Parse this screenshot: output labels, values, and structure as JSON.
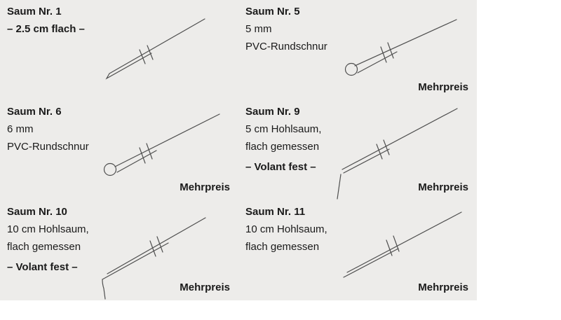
{
  "colors": {
    "panel_bg": "#edecea",
    "line": "#4f4f4f",
    "text": "#1a1a1a"
  },
  "cells": [
    {
      "title": "Saum Nr. 1",
      "note": "– 2.5 cm flach –"
    },
    {
      "title": "Saum Nr. 5",
      "lines": [
        "5 mm",
        "PVC-Rundschnur"
      ],
      "mehrpreis": "Mehrpreis"
    },
    {
      "title": "Saum Nr. 6",
      "lines": [
        "6 mm",
        "PVC-Rundschnur"
      ],
      "mehrpreis": "Mehrpreis"
    },
    {
      "title": "Saum Nr. 9",
      "lines": [
        "5 cm Hohlsaum,",
        "flach gemessen"
      ],
      "volant": "– Volant fest –",
      "mehrpreis": "Mehrpreis"
    },
    {
      "title": "Saum Nr. 10",
      "lines": [
        "10 cm Hohlsaum,",
        "flach gemessen"
      ],
      "volant": "– Volant fest –",
      "mehrpreis": "Mehrpreis"
    },
    {
      "title": "Saum Nr. 11",
      "lines": [
        "10 cm Hohlsaum,",
        "flach gemessen"
      ],
      "mehrpreis": "Mehrpreis"
    }
  ]
}
